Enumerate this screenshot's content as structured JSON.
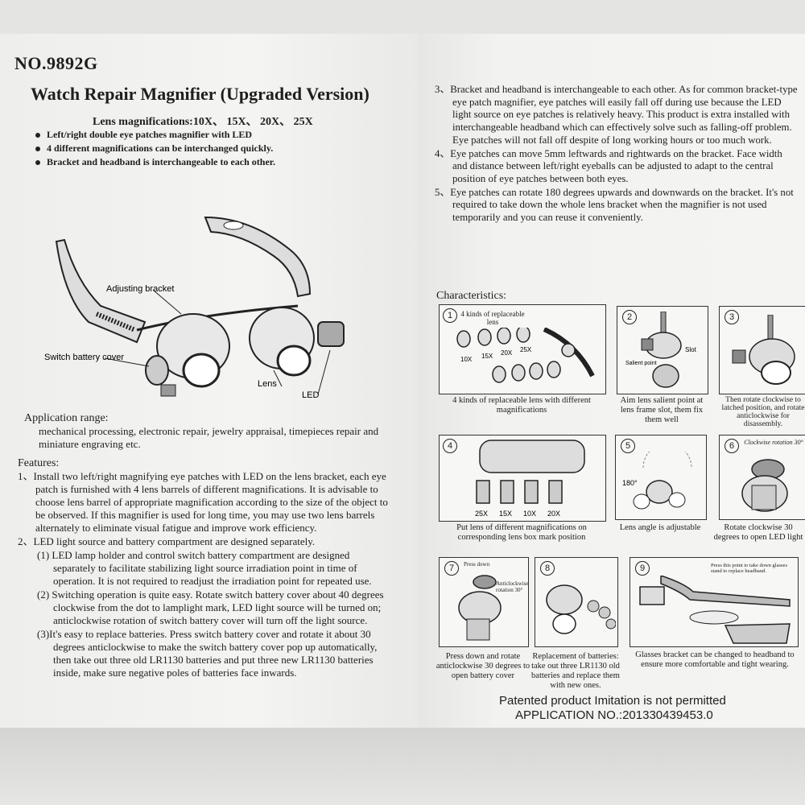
{
  "left": {
    "model": "NO.9892G",
    "title": "Watch Repair Magnifier (Upgraded Version)",
    "subtitle": "Lens magnifications:10X、 15X、 20X、 25X",
    "bullets": [
      "Left/right double eye patches magnifier with LED",
      "4 different magnifications can be interchanged quickly.",
      "Bracket and headband is interchangeable to each other."
    ],
    "diagram_labels": {
      "bracket": "Adjusting bracket",
      "battery": "Switch battery cover",
      "lens": "Lens",
      "led": "LED"
    },
    "application_title": "Application range:",
    "application_body": "mechanical processing, electronic repair, jewelry appraisal, timepieces repair and miniature engraving etc.",
    "features_title": "Features:",
    "feature1": "1、Install two left/right magnifying eye patches with LED on the lens bracket, each eye patch is furnished with 4 lens barrels of different magnifications. It is advisable to choose lens barrel of appropriate magnification according to the size of the object to be observed. If this magnifier is used for long time, you may use two lens barrels alternately to eliminate visual fatigue and improve work efficiency.",
    "feature2": "2、LED light source and battery compartment are designed separately.",
    "feature2_1": "(1) LED lamp holder and control switch battery compartment are designed separately to facilitate stabilizing light source irradiation point in time of operation. It is not required to readjust the irradiation point for repeated use.",
    "feature2_2": "(2) Switching operation is quite easy. Rotate switch battery cover about 40 degrees clockwise from the dot to lamplight mark, LED light source will be turned on; anticlockwise rotation of switch battery cover will turn off the light source.",
    "feature2_3": "(3)It's easy to replace batteries. Press switch battery cover and rotate it about 30 degrees anticlockwise to make the switch battery cover pop up automatically, then take out three old LR1130 batteries and put three new LR1130 batteries inside, make sure negative poles of batteries face inwards."
  },
  "right": {
    "feature3": "3、Bracket and headband is interchangeable to each other. As for common bracket-type eye patch magnifier, eye patches will easily fall off during use because the LED light source on eye patches is relatively heavy. This product is extra installed with interchangeable headband which can effectively solve such as falling-off problem. Eye patches will not fall off despite of long working hours or too much work.",
    "feature4": "4、Eye patches can move 5mm leftwards and rightwards on the bracket. Face width and distance between left/right eyeballs can be adjusted to adapt to the central position of eye patches between both eyes.",
    "feature5": "5、Eye patches can rotate 180 degrees upwards and downwards on the bracket. It's not required to take down the whole lens bracket when the magnifier is not used temporarily and you can reuse it conveniently.",
    "characteristics_title": "Characteristics:",
    "panels": [
      {
        "num": "1",
        "caption": "4 kinds of replaceable lens with different magnifications",
        "inner": "4 kinds of replaceable lens",
        "mags": [
          "10X",
          "15X",
          "20X",
          "25X"
        ]
      },
      {
        "num": "2",
        "caption": "Aim lens salient point at lens frame slot, them fix them well",
        "inner_slot": "Slot",
        "inner_salient": "Salient point"
      },
      {
        "num": "3",
        "caption": "Then rotate clockwise to latched position, and rotate anticlockwise for disassembly."
      },
      {
        "num": "4",
        "caption": "Put lens of different magnifications on corresponding lens box mark position",
        "mags": [
          "25X",
          "15X",
          "10X",
          "20X"
        ]
      },
      {
        "num": "5",
        "caption": "Lens angle is adjustable",
        "inner": "180°"
      },
      {
        "num": "6",
        "caption": "Rotate clockwise 30 degrees to open LED light",
        "inner": "Clockwise rotation 30°"
      },
      {
        "num": "7",
        "caption": "Press down and rotate anticlockwise 30 degrees to open battery cover",
        "inner_press": "Press down",
        "inner_rot": "Anticlockwise rotation 30°"
      },
      {
        "num": "8",
        "caption": "Replacement of batteries: take out three LR1130 old batteries and replace them with new ones."
      },
      {
        "num": "9",
        "caption": "Glasses bracket can be changed to headband to ensure more comfortable and tight wearing.",
        "inner": "Press this point to take down glasses stand to replace headband."
      }
    ],
    "footer_patent": "Patented product   Imitation is not permitted",
    "footer_application": "APPLICATION NO.:201330439453.0"
  }
}
